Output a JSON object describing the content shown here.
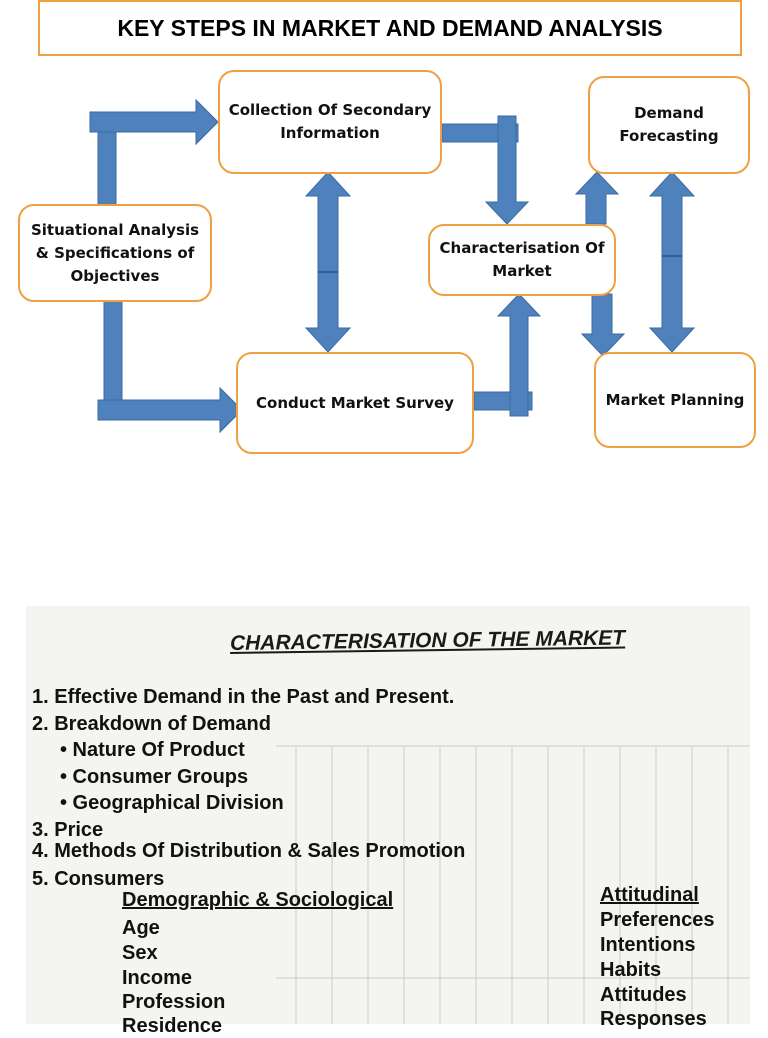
{
  "title": "KEY  STEPS IN MARKET AND DEMAND ANALYSIS",
  "colors": {
    "box_border": "#f0a040",
    "arrow_fill": "#4f81bd",
    "arrow_stroke": "#3a6aa4"
  },
  "flowchart": {
    "nodes": {
      "situational": "Situational Analysis\n& Specifications of\nObjectives",
      "secondary": "Collection Of Secondary\nInformation",
      "survey": "Conduct Market Survey",
      "characterisation": "Characterisation Of\nMarket",
      "forecasting": "Demand\nForecasting",
      "planning": "Market Planning"
    }
  },
  "scan": {
    "heading": "CHARACTERISATION OF THE MARKET",
    "items": [
      "1. Effective Demand in the Past and Present.",
      "2. Breakdown of Demand",
      "•  Nature Of Product",
      "•  Consumer Groups",
      "•  Geographical Division",
      "3. Price",
      "4. Methods Of Distribution & Sales Promotion",
      "5. Consumers"
    ],
    "demographic": {
      "heading": "Demographic & Sociological",
      "items": [
        "Age",
        "Sex",
        "Income",
        "Profession",
        "Residence"
      ]
    },
    "attitudinal": {
      "heading": "Attitudinal",
      "items": [
        "Preferences",
        "Intentions",
        "Habits",
        "Attitudes",
        "Responses"
      ]
    }
  }
}
